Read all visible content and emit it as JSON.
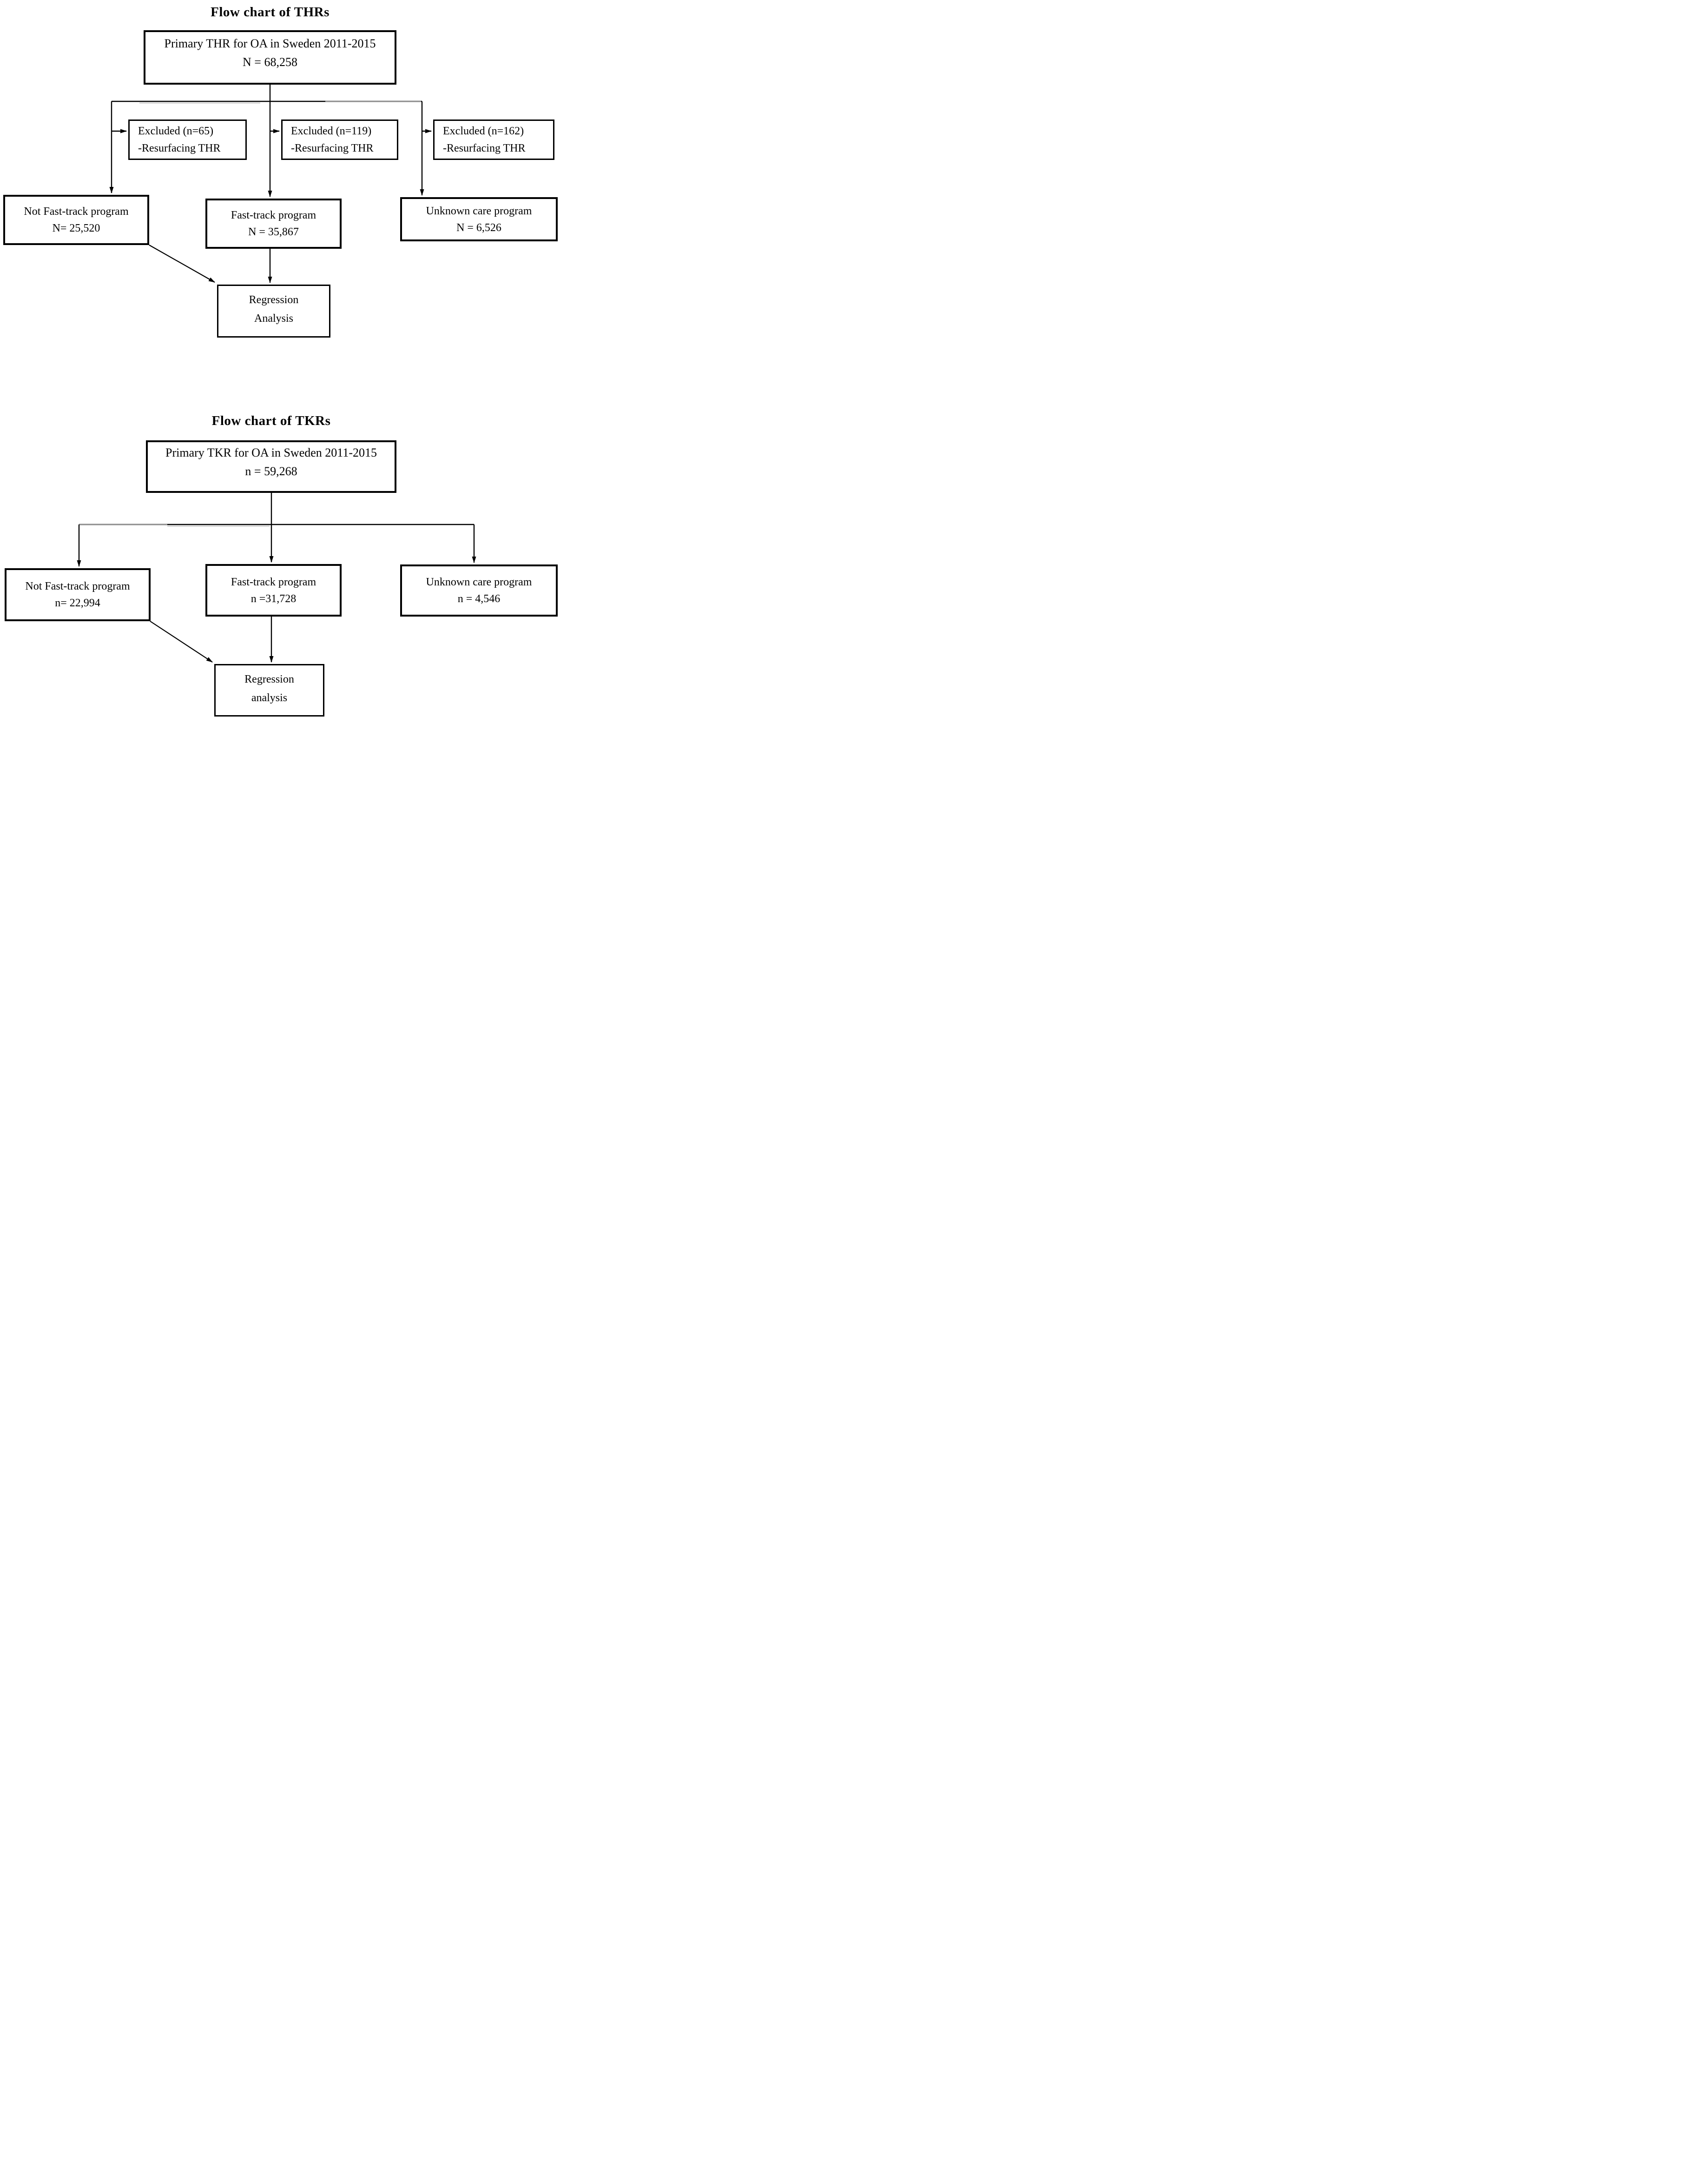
{
  "thr": {
    "title": "Flow chart of THRs",
    "source_box": {
      "line1": "Primary THR for OA in Sweden 2011-2015",
      "line2": "N = 68,258"
    },
    "excluded_boxes": [
      {
        "line1": "Excluded (n=65)",
        "line2": "-Resurfacing THR"
      },
      {
        "line1": "Excluded (n=119)",
        "line2": "-Resurfacing THR"
      },
      {
        "line1": "Excluded (n=162)",
        "line2": "-Resurfacing THR"
      }
    ],
    "group_boxes": [
      {
        "line1": "Not Fast-track program",
        "line2": "N= 25,520"
      },
      {
        "line1": "Fast-track program",
        "line2": "N = 35,867"
      },
      {
        "line1": "Unknown care program",
        "line2": "N = 6,526"
      }
    ],
    "outcome_box": {
      "line1": "Regression",
      "line2": "Analysis"
    }
  },
  "tkr": {
    "title": "Flow chart of TKRs",
    "source_box": {
      "line1": "Primary TKR for OA in Sweden 2011-2015",
      "line2": "n = 59,268"
    },
    "group_boxes": [
      {
        "line1": "Not Fast-track program",
        "line2": "n= 22,994"
      },
      {
        "line1": "Fast-track program",
        "line2": "n =31,728"
      },
      {
        "line1": "Unknown care program",
        "line2": "n = 4,546"
      }
    ],
    "outcome_box": {
      "line1": "Regression",
      "line2": "analysis"
    }
  },
  "colors": {
    "line": "#000000",
    "line_gray_dark": "#8d8d8d",
    "line_gray_light": "#c8c8c8",
    "text": "#000000",
    "background": "#ffffff"
  }
}
